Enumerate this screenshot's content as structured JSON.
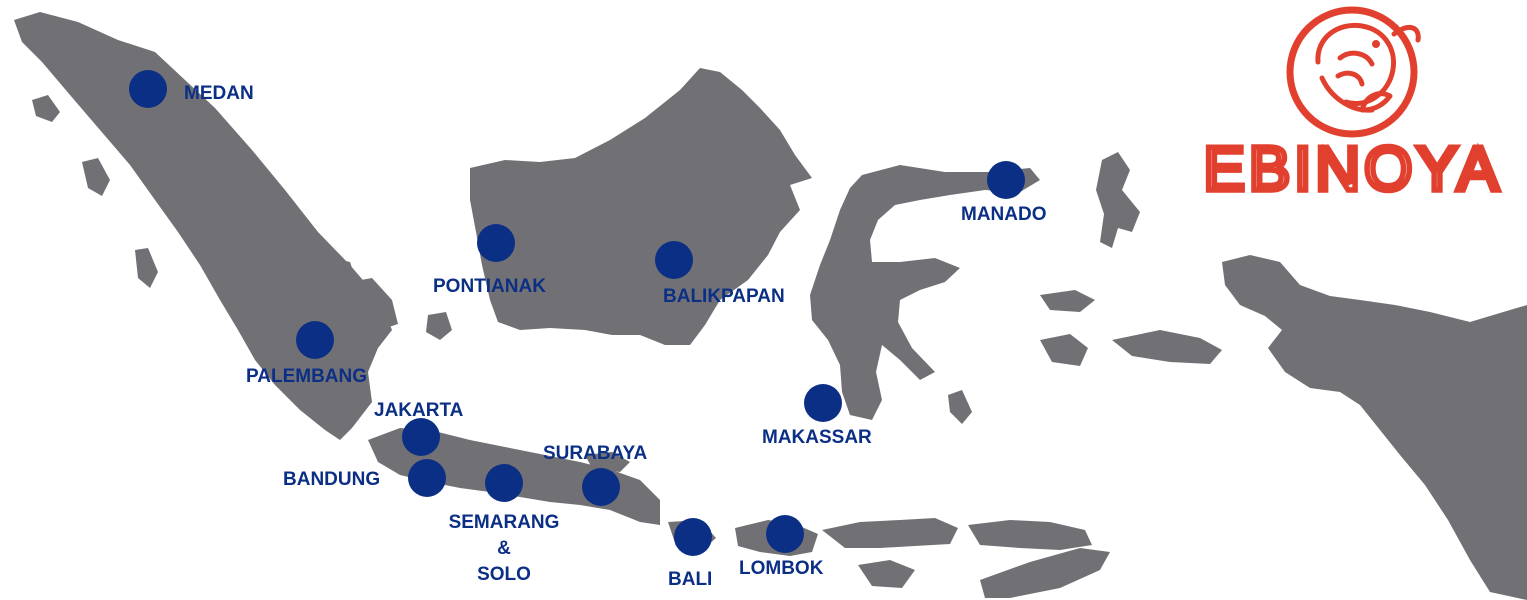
{
  "colors": {
    "land": "#717175",
    "city_dot": "#0c2f86",
    "city_label": "#0c2f86",
    "brand": "#e2402f",
    "background": "#ffffff"
  },
  "logo": {
    "icon": "shrimp-icon",
    "text": "EBINOYA"
  },
  "cities": {
    "medan": "MEDAN",
    "palembang": "PALEMBANG",
    "jakarta": "JAKARTA",
    "bandung": "BANDUNG",
    "semarang_solo": [
      "SEMARANG",
      "&",
      "SOLO"
    ],
    "surabaya": "SURABAYA",
    "bali": "BALI",
    "lombok": "LOMBOK",
    "pontianak": "PONTIANAK",
    "balikpapan": "BALIKPAPAN",
    "makassar": "MAKASSAR",
    "manado": "MANADO"
  }
}
